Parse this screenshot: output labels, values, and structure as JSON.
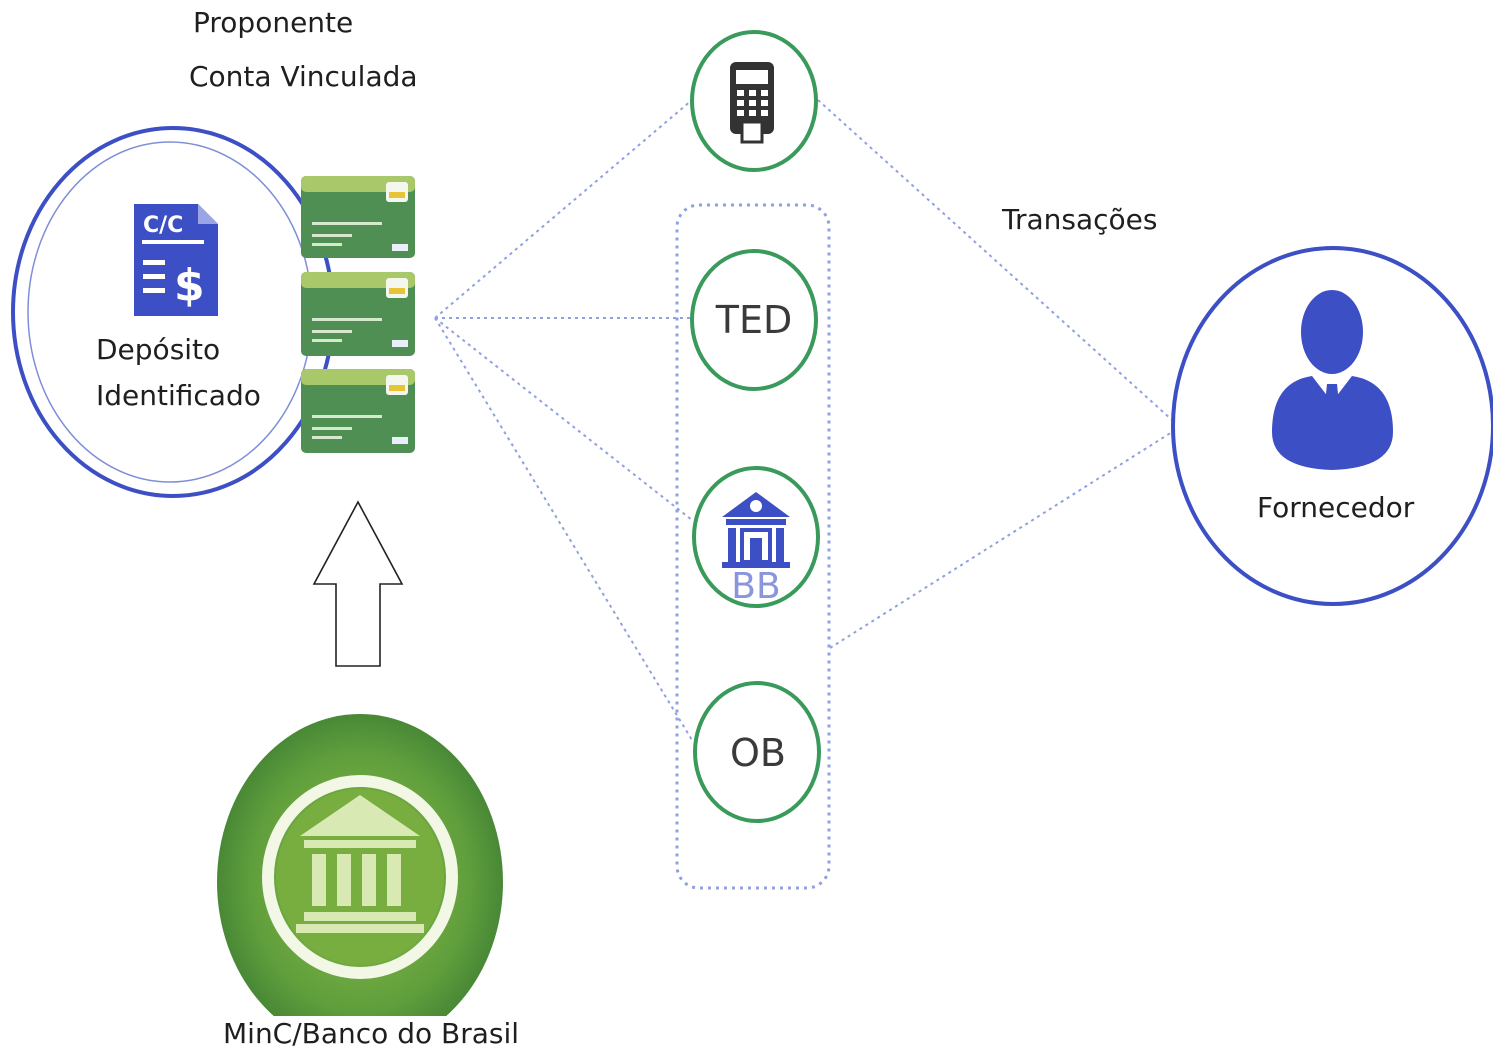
{
  "labels": {
    "proponente": "Proponente",
    "conta_vinculada": "Conta Vinculada",
    "deposito": "Depósito",
    "identificado": "Identificado",
    "transacoes": "Transações",
    "fornecedor": "Fornecedor",
    "minc_bb": "MinC/Banco do Brasil"
  },
  "doc_icon": {
    "top_text": "C/C",
    "currency": "$"
  },
  "channels": {
    "ted": "TED",
    "bb": "BB",
    "ob": "OB"
  },
  "colors": {
    "blue": "#3d4fc4",
    "green_ring": "#3a9a5b",
    "card_green": "#4f8f54",
    "bank_green": "#6fa33a",
    "dotted": "#8ea1e0"
  },
  "icons": [
    "document-cc-icon",
    "card-icon",
    "card-machine-icon",
    "bank-building-icon",
    "person-icon",
    "arrow-up-icon"
  ]
}
